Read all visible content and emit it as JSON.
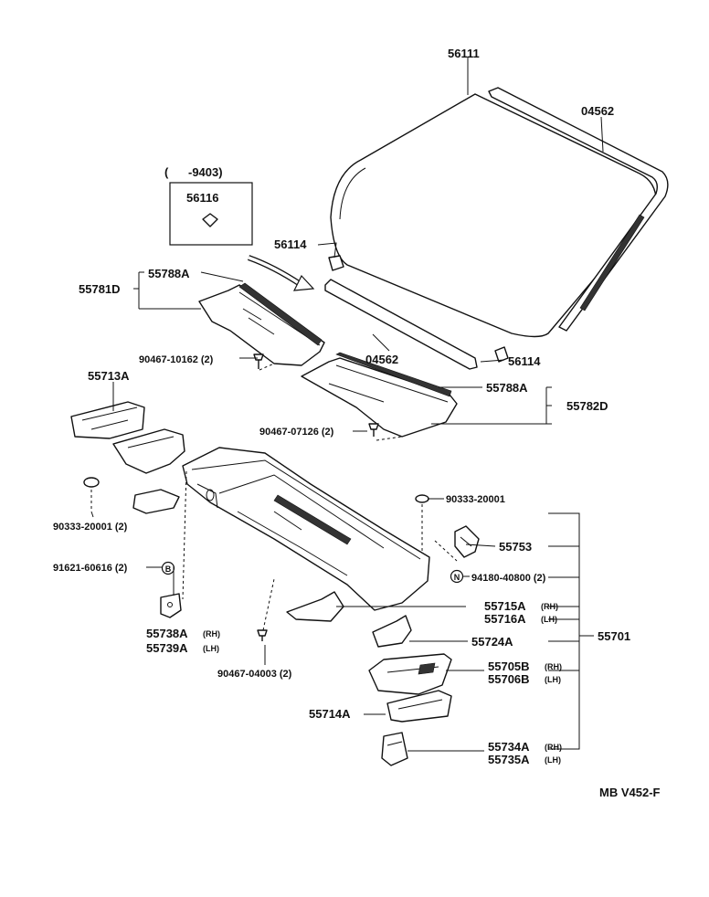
{
  "labels": {
    "windshield": "56111",
    "molding_top": "04562",
    "date_range": "(      -9403)",
    "clip_boxed": "56116",
    "clip_upper": "56114",
    "clip_lower": "56114",
    "molding_lower": "04562",
    "louver_left": "55788A",
    "cowl_left": "55781D",
    "screw_left": "90467-10162 (2)",
    "louver_right": "55788A",
    "cowl_right": "55782D",
    "screw_right": "90467-07126 (2)",
    "brace": "55713A",
    "plug_left": "90333-20001 (2)",
    "plug_right": "90333-20001",
    "bolt": "91621-60616 (2)",
    "bolt_marker": "B",
    "bracket": "55753",
    "nut": "94180-40800 (2)",
    "nut_marker": "N",
    "support_rh": "55715A",
    "support_lh": "55716A",
    "hinge_rh": "55738A",
    "hinge_lh": "55739A",
    "clip_bottom": "90467-04003 (2)",
    "reinf": "55724A",
    "panel_rh": "55705B",
    "panel_lh": "55706B",
    "assembly": "55701",
    "lower_brace": "55714A",
    "pad_rh": "55734A",
    "pad_lh": "55735A",
    "rh": "(RH)",
    "lh": "(LH)",
    "diagram_code": "MB V452-F"
  }
}
